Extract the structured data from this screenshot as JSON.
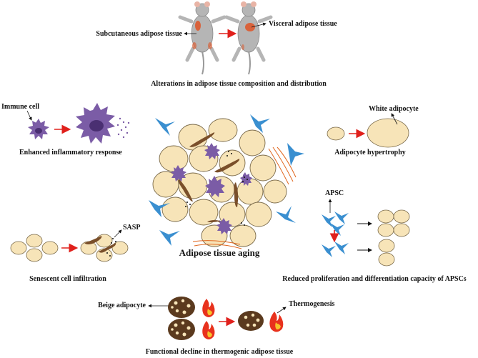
{
  "center_label": "Adipose tissue aging",
  "top": {
    "left_label": "Subcutaneous adipose tissue",
    "right_label": "Visceral adipose tissue",
    "caption": "Alterations in adipose tissue composition and distribution"
  },
  "inflammation": {
    "cell_label": "Immune cell",
    "caption": "Enhanced inflammatory response"
  },
  "hypertrophy": {
    "cell_label": "White adipocyte",
    "caption": "Adipocyte hypertrophy"
  },
  "senescence": {
    "sasp_label": "SASP",
    "caption": "Senescent cell infiltration"
  },
  "apsc": {
    "cell_label": "APSC",
    "caption": "Reduced proliferation and differentiation capacity of APSCs"
  },
  "thermogenic": {
    "beige_label": "Beige adipocyte",
    "thermo_label": "Thermogenesis",
    "caption": "Functional decline in thermogenic adipose tissue"
  },
  "colors": {
    "adipocyte_fill": "#f7e4b8",
    "adipocyte_stroke": "#7a6a4a",
    "immune": "#7b5ca6",
    "blue_cell": "#3a8fd0",
    "fibroblast": "#7a4f2a",
    "beige": "#5b3a1e",
    "arrow_red": "#e0201c",
    "flame": "#e8321d"
  }
}
